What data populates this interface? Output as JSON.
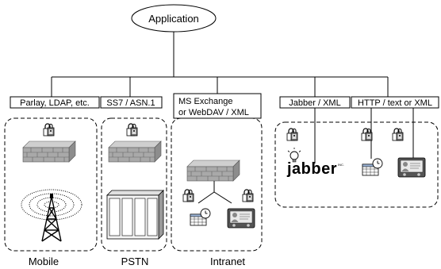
{
  "root": {
    "label": "Application"
  },
  "interfaces": [
    {
      "label": "Parlay, LDAP, etc."
    },
    {
      "label": "SS7 / ASN.1"
    },
    {
      "label_line1": "MS Exchange",
      "label_line2": "or WebDAV / XML"
    },
    {
      "label": "Jabber / XML"
    },
    {
      "label": "HTTP / text or XML"
    }
  ],
  "domains": [
    {
      "label": "Mobile"
    },
    {
      "label": "PSTN"
    },
    {
      "label": "Intranet"
    }
  ],
  "logos": {
    "jabber": {
      "wordmark": "jabber",
      "suffix": "INC."
    }
  },
  "icons": [
    "lock-icon",
    "firewall-icon",
    "cell-tower-icon",
    "telephone-switch-icon",
    "calendar-clock-icon",
    "contact-card-icon",
    "lightbulb-icon"
  ]
}
